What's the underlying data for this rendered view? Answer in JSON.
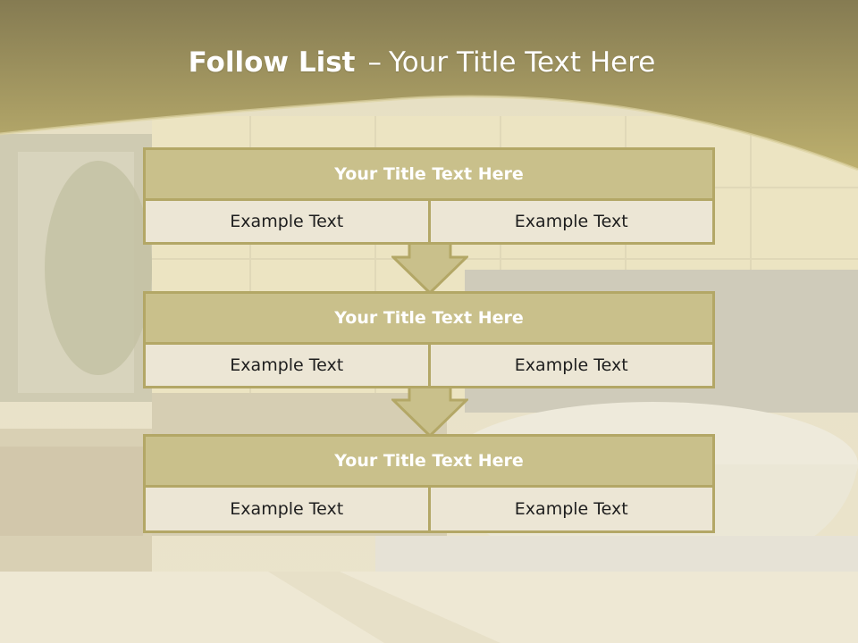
{
  "slide": {
    "title_bold": "Follow List",
    "title_dash": "–",
    "title_rest": "Your Title Text Here"
  },
  "steps": [
    {
      "title": "Your Title Text Here",
      "left": "Example Text",
      "right": "Example Text"
    },
    {
      "title": "Your Title Text Here",
      "left": "Example Text",
      "right": "Example Text"
    },
    {
      "title": "Your Title Text Here",
      "left": "Example Text",
      "right": "Example Text"
    }
  ],
  "colors": {
    "header_band": "#b8ab6a",
    "box_border": "#b3a766",
    "box_title_fill": "#c9c08b",
    "cell_fill": "#ece6d5",
    "arrow_fill": "#c9c08b"
  }
}
